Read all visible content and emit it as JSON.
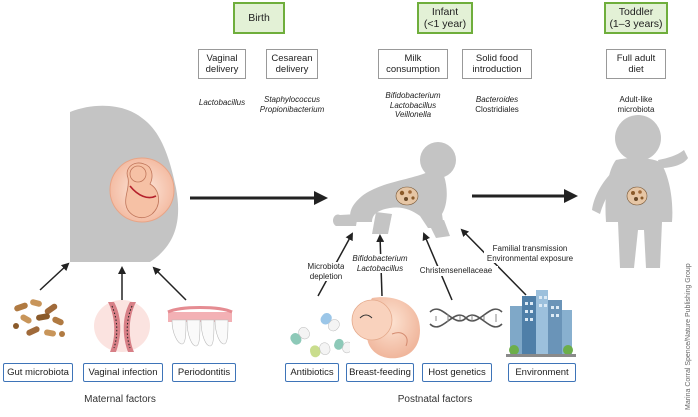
{
  "stages": {
    "birth": "Birth",
    "infant_line1": "Infant",
    "infant_line2": "(<1 year)",
    "toddler_line1": "Toddler",
    "toddler_line2": "(1–3 years)"
  },
  "events": {
    "vaginal_line1": "Vaginal",
    "vaginal_line2": "delivery",
    "cesarean_line1": "Cesarean",
    "cesarean_line2": "delivery",
    "milk_line1": "Milk",
    "milk_line2": "consumption",
    "solid_line1": "Solid food",
    "solid_line2": "introduction",
    "adult_line1": "Full adult",
    "adult_line2": "diet"
  },
  "microbes": {
    "vaginal": "Lactobacillus",
    "cesarean_1": "Staphylococcus",
    "cesarean_2": "Propionibacterium",
    "milk_1": "Bifidobacterium",
    "milk_2": "Lactobacillus",
    "milk_3": "Veillonella",
    "solid_1": "Bacteroides",
    "solid_2": "Clostridiales",
    "adult_1": "Adult-like",
    "adult_2": "microbiota"
  },
  "arrow_labels": {
    "antibiotics_1": "Microbiota",
    "antibiotics_2": "depletion",
    "breast_1": "Bifidobacterium",
    "breast_2": "Lactobacillus",
    "genetics": "Christensenellaceae",
    "env_1": "Familial transmission",
    "env_2": "Environmental exposure"
  },
  "maternal_factors": {
    "gut": "Gut microbiota",
    "vaginal": "Vaginal infection",
    "periodontitis": "Periodontitis"
  },
  "postnatal_factors": {
    "antibiotics": "Antibiotics",
    "breast": "Breast-feeding",
    "genetics": "Host genetics",
    "environment": "Environment"
  },
  "group_titles": {
    "maternal": "Maternal factors",
    "postnatal": "Postnatal factors"
  },
  "credit": "Marina Corral Spence/Nature Publishing Group",
  "colors": {
    "stage_fill": "#e3f1d6",
    "stage_border": "#6fae3c",
    "factor_border": "#3e74b8",
    "silhouette": "#c4c4c4"
  }
}
